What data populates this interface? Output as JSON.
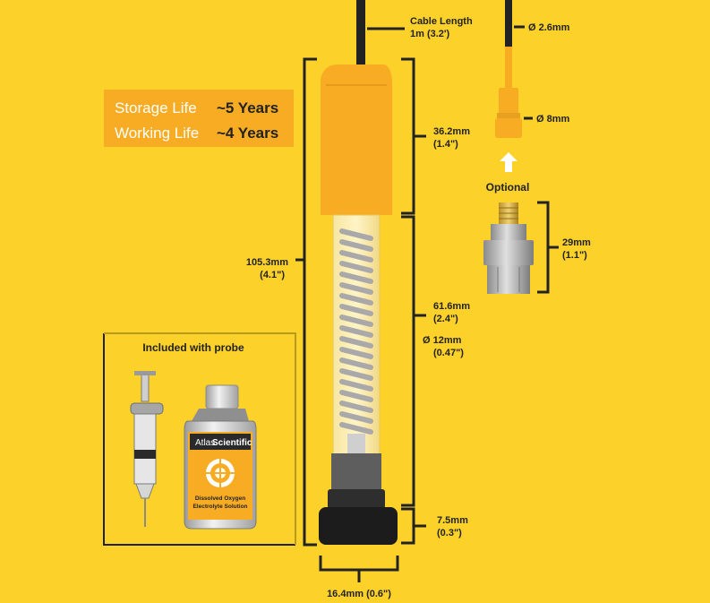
{
  "cable": {
    "label": "Cable Length",
    "value": "1m (3.2')",
    "diameter": "Ø 2.6mm"
  },
  "connector": {
    "diameter": "Ø 8mm"
  },
  "adapter": {
    "title": "Optional",
    "height_mm": "29mm",
    "height_in": "(1.1\")"
  },
  "specs": {
    "storage_label": "Storage Life",
    "storage_value": "~5 Years",
    "working_label": "Working Life",
    "working_value": "~4 Years"
  },
  "dimensions": {
    "total_mm": "105.3mm",
    "total_in": "(4.1\")",
    "cap_mm": "36.2mm",
    "cap_in": "(1.4\")",
    "body_mm": "61.6mm",
    "body_in": "(2.4\")",
    "body_dia_mm": "Ø 12mm",
    "body_dia_in": "(0.47\")",
    "base_mm": "7.5mm",
    "base_in": "(0.3\")",
    "width": "16.4mm (0.6\")"
  },
  "included": {
    "title": "Included with probe"
  },
  "bottle": {
    "brand_prefix": "Atlas",
    "brand_suffix": "Scientific",
    "line1": "Dissolved Oxygen",
    "line2": "Electrolyte Solution"
  },
  "colors": {
    "background": "#fcd12a",
    "probe_cap": "#f7ac24",
    "spec_panel": "#f7ac24",
    "dark": "#222222"
  }
}
